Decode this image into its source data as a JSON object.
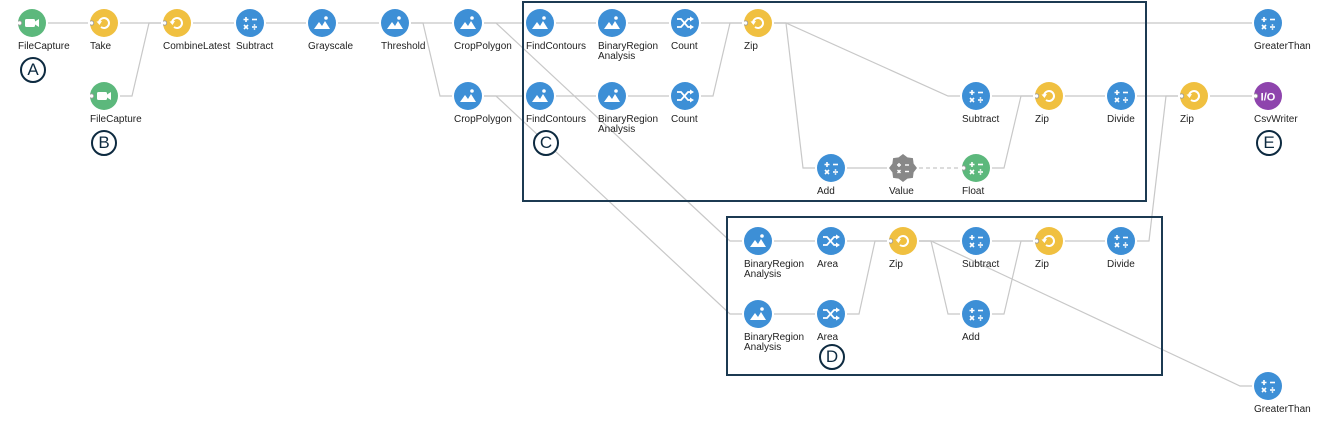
{
  "colors": {
    "source": "#5cb87c",
    "combinator": "#f0c040",
    "transform": "#3d8fd6",
    "sink": "#8e44ad",
    "property": "#888888",
    "edge": "#c8c8c8",
    "box": "#1c3a52"
  },
  "nodes": [
    {
      "id": "n1",
      "label": "FileCapture",
      "category": "source",
      "icon": "camera-icon"
    },
    {
      "id": "n2",
      "label": "Take",
      "category": "combinator",
      "icon": "cycle-icon"
    },
    {
      "id": "n3",
      "label": "CombineLatest",
      "category": "combinator",
      "icon": "cycle-icon"
    },
    {
      "id": "n4",
      "label": "Subtract",
      "category": "transform",
      "icon": "arithmetic-icon"
    },
    {
      "id": "n5",
      "label": "Grayscale",
      "category": "transform",
      "icon": "image-icon"
    },
    {
      "id": "n6",
      "label": "Threshold",
      "category": "transform",
      "icon": "image-icon"
    },
    {
      "id": "n7",
      "label": "CropPolygon",
      "category": "transform",
      "icon": "image-icon"
    },
    {
      "id": "n8",
      "label": "FindContours",
      "category": "transform",
      "icon": "image-icon"
    },
    {
      "id": "n9",
      "label": "BinaryRegion Analysis",
      "category": "transform",
      "icon": "image-icon"
    },
    {
      "id": "n10",
      "label": "Count",
      "category": "transform",
      "icon": "shuffle-icon"
    },
    {
      "id": "n11",
      "label": "Zip",
      "category": "combinator",
      "icon": "cycle-icon"
    },
    {
      "id": "n12",
      "label": "GreaterThan",
      "category": "transform",
      "icon": "arithmetic-icon"
    },
    {
      "id": "n13",
      "label": "FileCapture",
      "category": "source",
      "icon": "camera-icon"
    },
    {
      "id": "n14",
      "label": "CropPolygon",
      "category": "transform",
      "icon": "image-icon"
    },
    {
      "id": "n15",
      "label": "FindContours",
      "category": "transform",
      "icon": "image-icon"
    },
    {
      "id": "n16",
      "label": "BinaryRegion Analysis",
      "category": "transform",
      "icon": "image-icon"
    },
    {
      "id": "n17",
      "label": "Count",
      "category": "transform",
      "icon": "shuffle-icon"
    },
    {
      "id": "n18",
      "label": "Subtract",
      "category": "transform",
      "icon": "arithmetic-icon"
    },
    {
      "id": "n19",
      "label": "Zip",
      "category": "combinator",
      "icon": "cycle-icon"
    },
    {
      "id": "n20",
      "label": "Divide",
      "category": "transform",
      "icon": "arithmetic-icon"
    },
    {
      "id": "n21",
      "label": "Zip",
      "category": "combinator",
      "icon": "cycle-icon"
    },
    {
      "id": "n22",
      "label": "CsvWriter",
      "category": "sink",
      "icon": "io-icon"
    },
    {
      "id": "n23",
      "label": "Add",
      "category": "transform",
      "icon": "arithmetic-icon"
    },
    {
      "id": "n24",
      "label": "Value",
      "category": "property",
      "icon": "gear-arithmetic-icon"
    },
    {
      "id": "n25",
      "label": "Float",
      "category": "source",
      "icon": "arithmetic-icon"
    },
    {
      "id": "n26",
      "label": "BinaryRegion Analysis",
      "category": "transform",
      "icon": "image-icon"
    },
    {
      "id": "n27",
      "label": "Area",
      "category": "transform",
      "icon": "shuffle-icon"
    },
    {
      "id": "n28",
      "label": "Zip",
      "category": "combinator",
      "icon": "cycle-icon"
    },
    {
      "id": "n29",
      "label": "Subtract",
      "category": "transform",
      "icon": "arithmetic-icon"
    },
    {
      "id": "n30",
      "label": "Zip",
      "category": "combinator",
      "icon": "cycle-icon"
    },
    {
      "id": "n31",
      "label": "Divide",
      "category": "transform",
      "icon": "arithmetic-icon"
    },
    {
      "id": "n32",
      "label": "BinaryRegion Analysis",
      "category": "transform",
      "icon": "image-icon"
    },
    {
      "id": "n33",
      "label": "Area",
      "category": "transform",
      "icon": "shuffle-icon"
    },
    {
      "id": "n34",
      "label": "Add",
      "category": "transform",
      "icon": "arithmetic-icon"
    },
    {
      "id": "n35",
      "label": "GreaterThan",
      "category": "transform",
      "icon": "arithmetic-icon"
    }
  ],
  "edges": [
    [
      "n1",
      "n2"
    ],
    [
      "n2",
      "n3"
    ],
    [
      "n13",
      "n3"
    ],
    [
      "n3",
      "n4"
    ],
    [
      "n4",
      "n5"
    ],
    [
      "n5",
      "n6"
    ],
    [
      "n6",
      "n7"
    ],
    [
      "n6",
      "n14"
    ],
    [
      "n7",
      "n8"
    ],
    [
      "n8",
      "n9"
    ],
    [
      "n9",
      "n10"
    ],
    [
      "n10",
      "n11"
    ],
    [
      "n11",
      "n12"
    ],
    [
      "n14",
      "n15"
    ],
    [
      "n15",
      "n16"
    ],
    [
      "n16",
      "n17"
    ],
    [
      "n17",
      "n11"
    ],
    [
      "n11",
      "n18"
    ],
    [
      "n18",
      "n19"
    ],
    [
      "n19",
      "n20"
    ],
    [
      "n20",
      "n21"
    ],
    [
      "n21",
      "n22"
    ],
    [
      "n11",
      "n23"
    ],
    [
      "n23",
      "n24"
    ],
    [
      "n24",
      "n25",
      "dashed"
    ],
    [
      "n25",
      "n19"
    ],
    [
      "n7",
      "n26"
    ],
    [
      "n14",
      "n32"
    ],
    [
      "n26",
      "n27"
    ],
    [
      "n27",
      "n28"
    ],
    [
      "n32",
      "n33"
    ],
    [
      "n33",
      "n28"
    ],
    [
      "n28",
      "n29"
    ],
    [
      "n29",
      "n30"
    ],
    [
      "n30",
      "n31"
    ],
    [
      "n31",
      "n21"
    ],
    [
      "n28",
      "n34"
    ],
    [
      "n34",
      "n30"
    ],
    [
      "n28",
      "n35"
    ]
  ],
  "markers": [
    {
      "id": "m1",
      "text": "A"
    },
    {
      "id": "m2",
      "text": "B"
    },
    {
      "id": "m3",
      "text": "C"
    },
    {
      "id": "m4",
      "text": "D"
    },
    {
      "id": "m5",
      "text": "E"
    }
  ]
}
